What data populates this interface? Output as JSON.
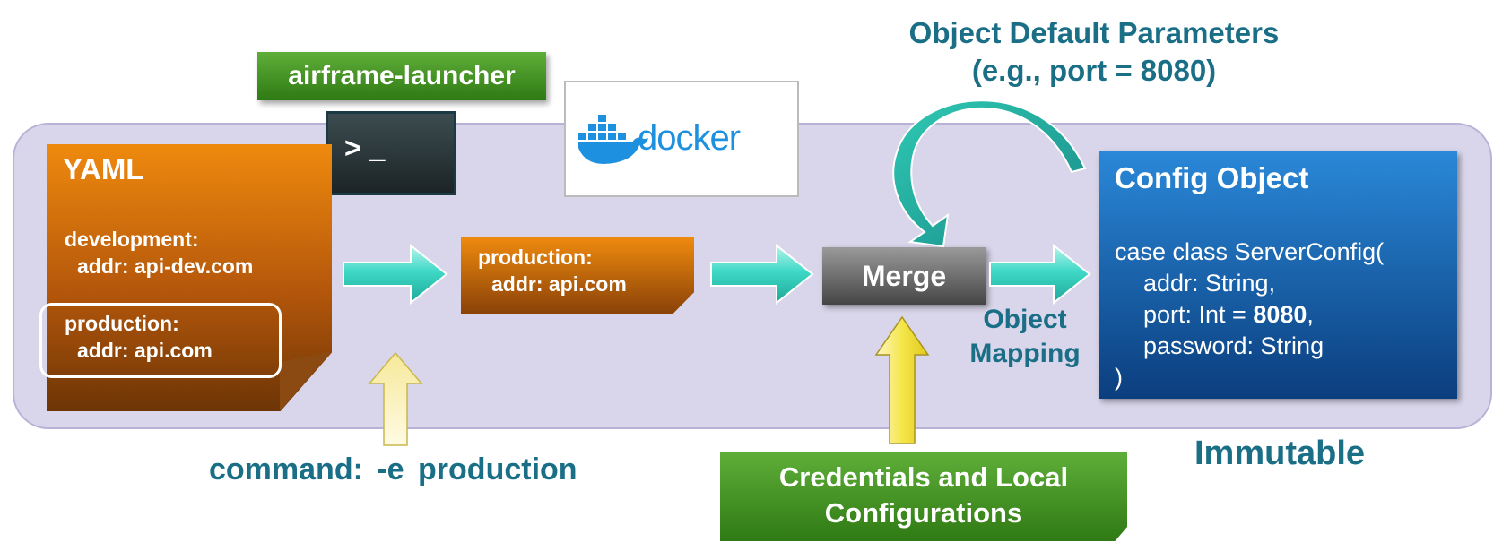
{
  "diagram": {
    "object_defaults": {
      "title_line1": "Object Default Parameters",
      "title_line2": "(e.g., port = 8080)"
    },
    "launcher": {
      "label": "airframe-launcher",
      "terminal_prompt": "> _"
    },
    "docker": {
      "wordmark": "docker",
      "icon": "docker-whale-icon"
    },
    "yaml": {
      "title": "YAML",
      "development_key": "development:",
      "development_addr": "addr: api-dev.com",
      "production_key": "production:",
      "production_addr": "addr: api.com"
    },
    "selected_profile": {
      "key": "production:",
      "addr": "addr: api.com"
    },
    "merge": {
      "label": "Merge"
    },
    "config_object": {
      "title": "Config Object",
      "code": {
        "line1": "case class ServerConfig(",
        "line2": "addr: String,",
        "line3_prefix": "port: Int = ",
        "line3_value": "8080",
        "line3_suffix": ",",
        "line4": "password: String",
        "line5": ")"
      }
    },
    "labels": {
      "object_mapping_line1": "Object",
      "object_mapping_line2": "Mapping",
      "immutable": "Immutable",
      "command": "command: -e production",
      "credentials_line1": "Credentials and Local",
      "credentials_line2": "Configurations"
    },
    "colors": {
      "panel": "#d9d5ea",
      "yaml_orange": "#ef8a0e",
      "label_green": "#4a9a2a",
      "config_blue": "#1a6fc4",
      "arrow_teal": "#3ed8c6",
      "arrow_yellow": "#f2e23a",
      "text_teal": "#1a6f87"
    }
  }
}
